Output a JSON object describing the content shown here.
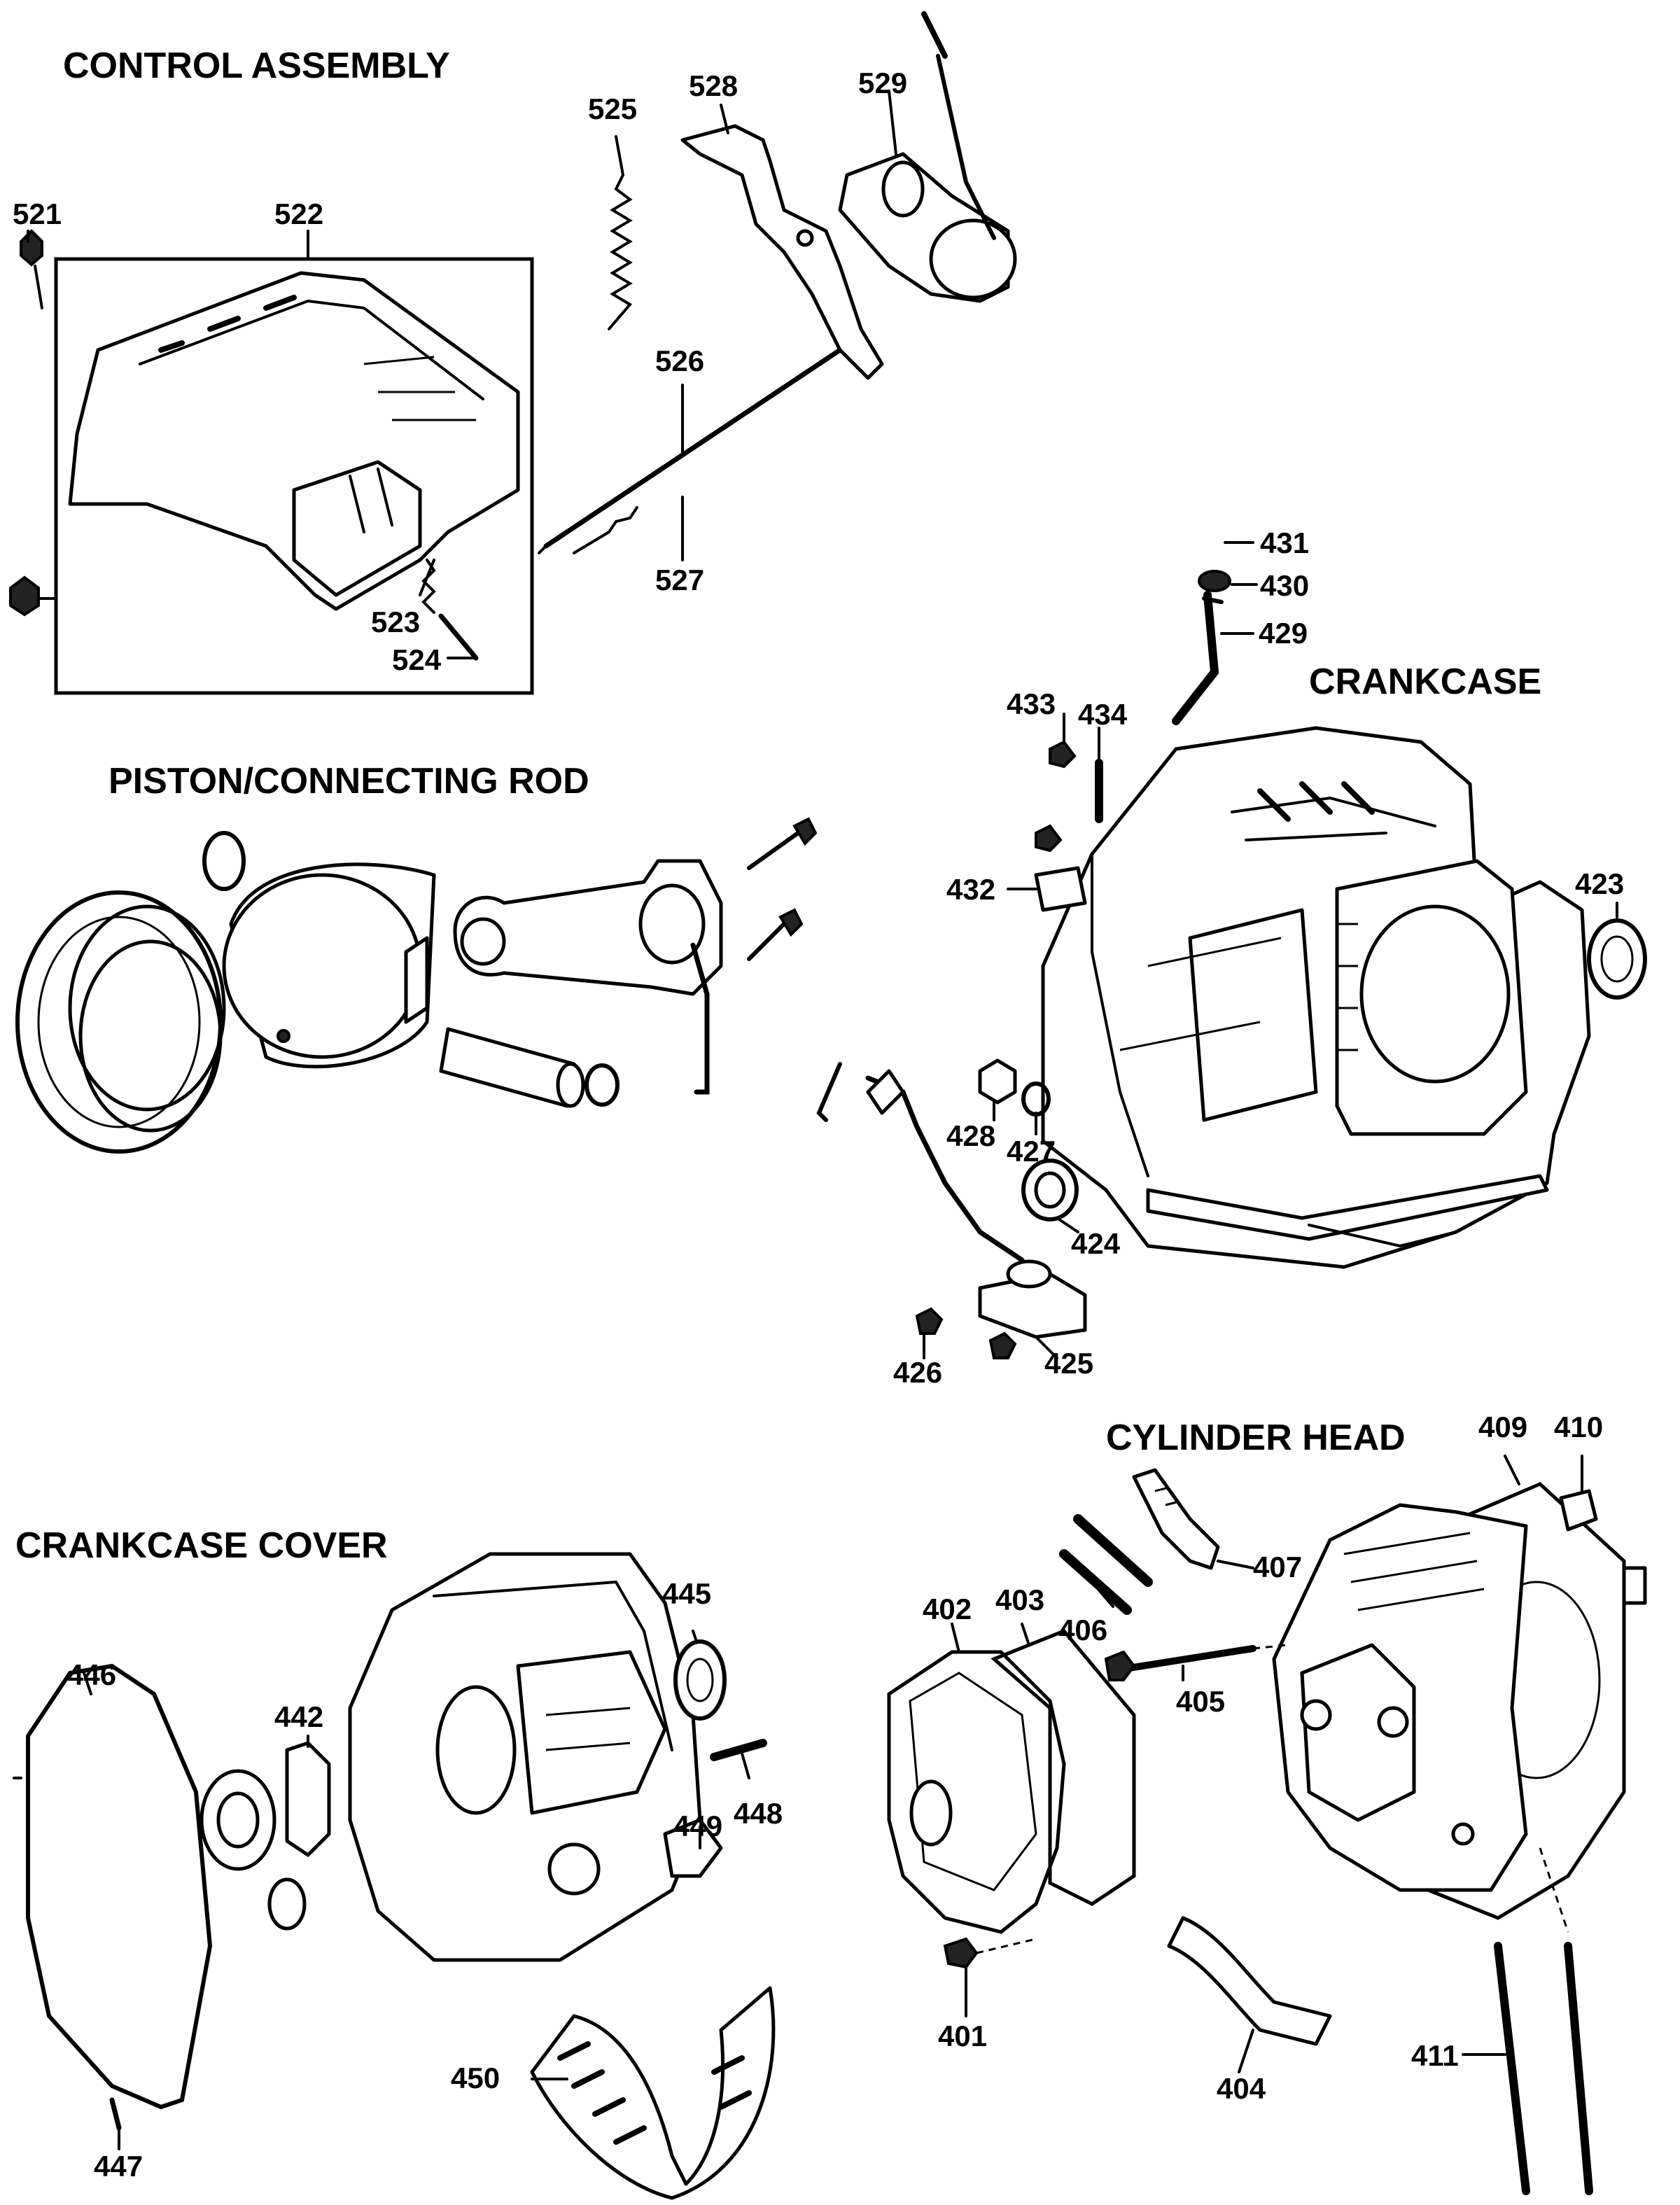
{
  "sections": {
    "control_assembly": "CONTROL ASSEMBLY",
    "piston_rod": "PISTON/CONNECTING ROD",
    "crankcase": "CRANKCASE",
    "cylinder_head": "CYLINDER HEAD",
    "crankcase_cover": "CRANKCASE COVER"
  },
  "parts": {
    "p521": "521",
    "p522": "522",
    "p523": "523",
    "p524": "524",
    "p525": "525",
    "p526": "526",
    "p527": "527",
    "p528": "528",
    "p529": "529",
    "p423": "423",
    "p424": "424",
    "p425": "425",
    "p426": "426",
    "p427": "427",
    "p428": "428",
    "p429": "429",
    "p430": "430",
    "p431": "431",
    "p432": "432",
    "p433": "433",
    "p434": "434",
    "p401": "401",
    "p402": "402",
    "p403": "403",
    "p404": "404",
    "p405": "405",
    "p406": "406",
    "p407": "407",
    "p409": "409",
    "p410": "410",
    "p411": "411",
    "p442": "442",
    "p445": "445",
    "p446": "446",
    "p447": "447",
    "p448": "448",
    "p449": "449",
    "p450": "450"
  }
}
